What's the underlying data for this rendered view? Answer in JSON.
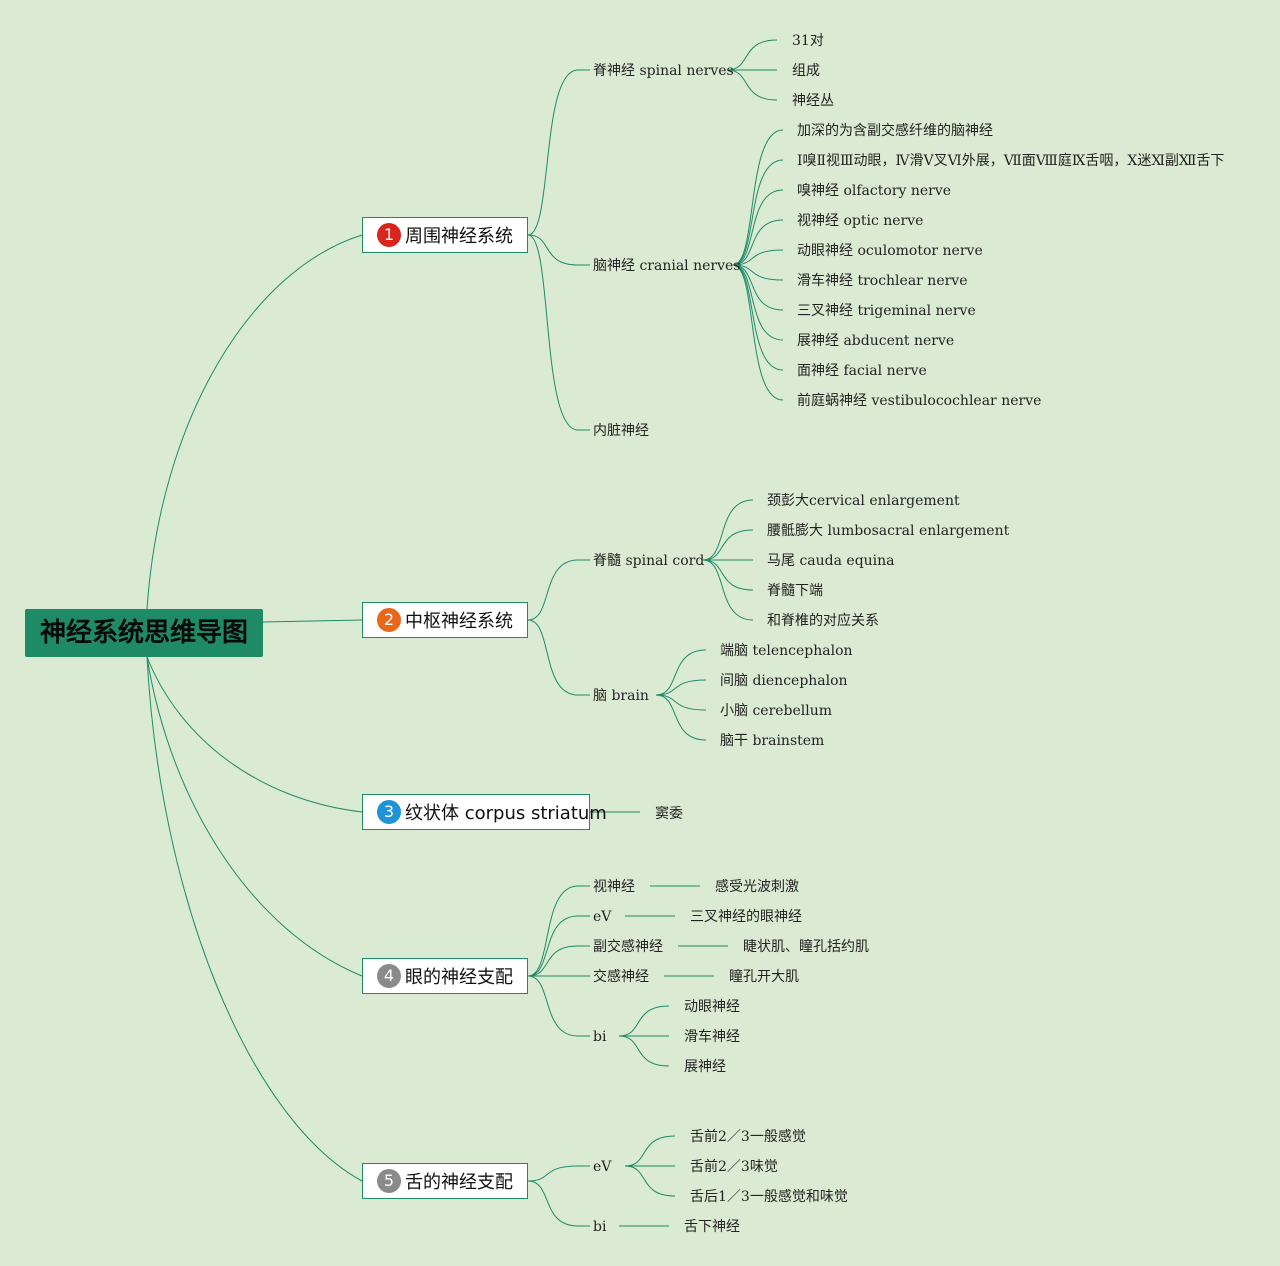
{
  "title": "神经系统思维导图",
  "colors": {
    "background": "#dbebd3",
    "root": "#1e8a66",
    "line": "#1e8a66"
  },
  "branches": [
    {
      "number": "1",
      "label": "周围神经系统",
      "badge_color": "#d9251c",
      "children": [
        {
          "label": "脊神经 spinal nerves",
          "children": [
            "31对",
            "组成",
            "神经丛"
          ]
        },
        {
          "label": "脑神经 cranial nerves",
          "children": [
            "加深的为含副交感纤维的脑神经",
            "Ⅰ嗅Ⅱ视Ⅲ动眼，Ⅳ滑Ⅴ叉Ⅵ外展，Ⅶ面Ⅷ庭Ⅸ舌咽，Ⅹ迷Ⅺ副Ⅻ舌下",
            "嗅神经 olfactory nerve",
            "视神经 optic nerve",
            "动眼神经 oculomotor nerve",
            "滑车神经 trochlear nerve",
            "三叉神经 trigeminal nerve",
            "展神经 abducent nerve",
            "面神经 facial nerve",
            "前庭蜗神经 vestibulocochlear nerve"
          ]
        },
        {
          "label": "内脏神经",
          "children": []
        }
      ]
    },
    {
      "number": "2",
      "label": "中枢神经系统",
      "badge_color": "#e8671a",
      "children": [
        {
          "label": "脊髓 spinal cord",
          "children": [
            "颈彭大cervical enlargement",
            "腰骶膨大 lumbosacral enlargement",
            "马尾 cauda equina",
            "脊髓下端",
            "和脊椎的对应关系"
          ]
        },
        {
          "label": "脑 brain",
          "children": [
            "端脑 telencephalon",
            "间脑 diencephalon",
            "小脑 cerebellum",
            "脑干 brainstem"
          ]
        }
      ]
    },
    {
      "number": "3",
      "label": "纹状体 corpus striatum",
      "badge_color": "#1e94d6",
      "children": [
        {
          "label": "窦委",
          "children": []
        }
      ]
    },
    {
      "number": "4",
      "label": "眼的神经支配",
      "badge_color": "#8a8a8a",
      "children": [
        {
          "label": "视神经",
          "children": [
            "感受光波刺激"
          ]
        },
        {
          "label": "eV",
          "children": [
            "三叉神经的眼神经"
          ]
        },
        {
          "label": "副交感神经",
          "children": [
            "睫状肌、瞳孔括约肌"
          ]
        },
        {
          "label": "交感神经",
          "children": [
            "瞳孔开大肌"
          ]
        },
        {
          "label": "bi",
          "children": [
            "动眼神经",
            "滑车神经",
            "展神经"
          ]
        }
      ]
    },
    {
      "number": "5",
      "label": "舌的神经支配",
      "badge_color": "#8a8a8a",
      "children": [
        {
          "label": "eV",
          "children": [
            "舌前2／3一般感觉",
            "舌前2／3味觉",
            "舌后1／3一般感觉和味觉"
          ]
        },
        {
          "label": "bi",
          "children": [
            "舌下神经"
          ]
        }
      ]
    }
  ]
}
